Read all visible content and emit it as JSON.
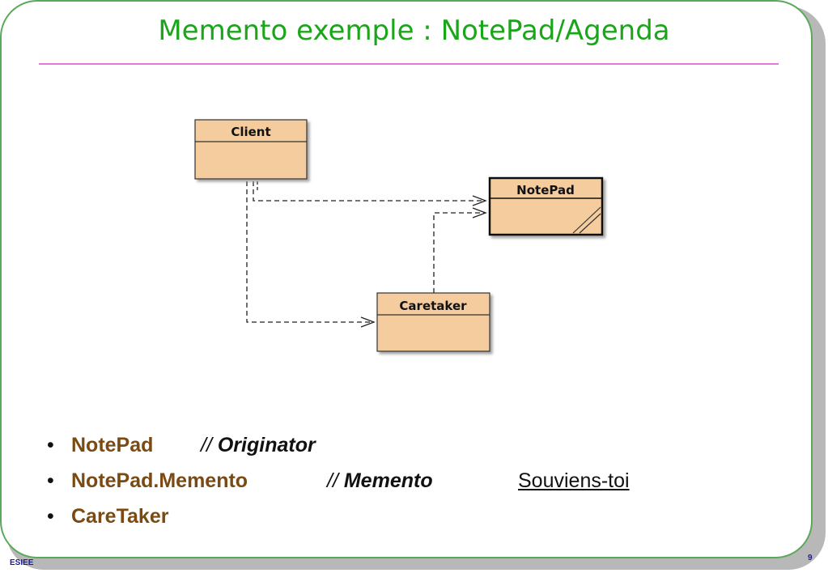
{
  "slide": {
    "title": "Memento exemple : NotePad/Agenda",
    "footer_left": "ESIEE",
    "page_number": "9"
  },
  "diagram": {
    "classes": [
      {
        "id": "client",
        "name": "Client"
      },
      {
        "id": "notepad",
        "name": "NotePad"
      },
      {
        "id": "caretaker",
        "name": "Caretaker"
      }
    ],
    "dependencies": [
      {
        "from": "Client",
        "to": "NotePad"
      },
      {
        "from": "Caretaker",
        "to": "NotePad"
      },
      {
        "from": "Client",
        "to": "Caretaker"
      }
    ],
    "colors": {
      "class_fill": "#f4cc9e",
      "line": "#222222"
    }
  },
  "bullets": [
    {
      "name": "NotePad",
      "comment_prefix": "//",
      "comment": "Originator",
      "note": ""
    },
    {
      "name": "NotePad.Memento",
      "comment_prefix": "//",
      "comment": "Memento",
      "note": "Souviens-toi"
    },
    {
      "name": "CareTaker",
      "comment_prefix": "",
      "comment": "",
      "note": ""
    }
  ],
  "colors": {
    "title": "#1aa51a",
    "rule": "#e27ad8",
    "frame": "#5aa85a",
    "bullet_name": "#7a4a12",
    "footer": "#1c1c8a"
  }
}
